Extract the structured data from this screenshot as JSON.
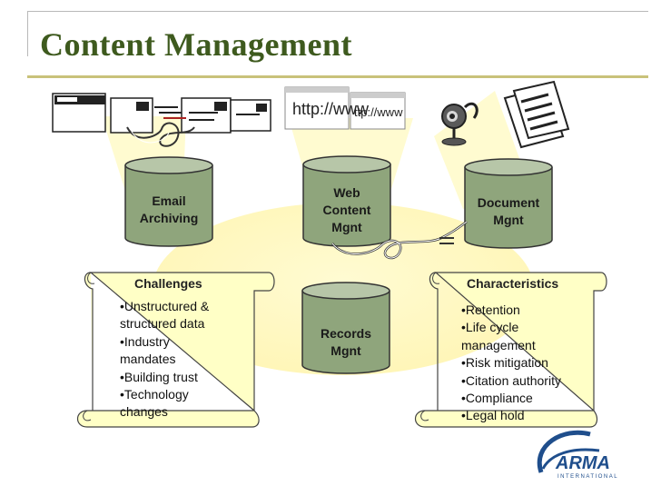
{
  "title": "Content Management",
  "repositories": {
    "email": [
      "Email",
      "Archiving"
    ],
    "web": [
      "Web",
      "Content",
      "Mgnt"
    ],
    "document": [
      "Document",
      "Mgnt"
    ],
    "records": [
      "Records",
      "Mgnt"
    ]
  },
  "url_fragments": [
    "http://www",
    "ttp://www"
  ],
  "challenges": {
    "title": "Challenges",
    "items": [
      "•Unstructured &",
      "structured data",
      "•Industry",
      "mandates",
      "•Building trust",
      "•Technology",
      "changes"
    ]
  },
  "characteristics": {
    "title": "Characteristics",
    "items": [
      "•Retention",
      "•Life cycle",
      "management",
      "•Risk mitigation",
      "•Citation authority",
      "•Compliance",
      "•Legal hold"
    ]
  },
  "logo_text": [
    "ARMA",
    "INTERNATIONAL"
  ],
  "colors": {
    "title": "#3e5a1e",
    "cylinder": "#8fa57c",
    "scroll": "#ffffc6",
    "glow": "#fffbc8"
  }
}
